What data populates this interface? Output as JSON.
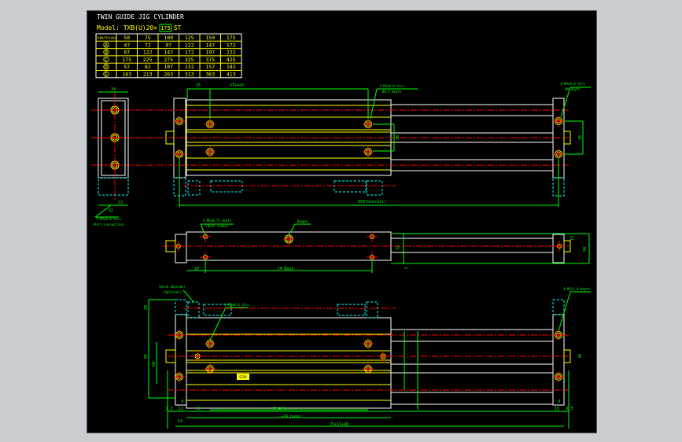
{
  "title": "TWIN GUIDE JIG CYLINDER",
  "model": {
    "prefix": "Model:  TXB(U)20×",
    "stroke": "175",
    "suffix": "ST"
  },
  "table": {
    "corner": "Code/Stroke",
    "strokes": [
      "50",
      "75",
      "100",
      "125",
      "150",
      "175"
    ],
    "rows": [
      {
        "code": "A",
        "values": [
          "47",
          "72",
          "97",
          "122",
          "147",
          "172"
        ]
      },
      {
        "code": "B",
        "values": [
          "87",
          "122",
          "147",
          "172",
          "197",
          "222"
        ]
      },
      {
        "code": "C",
        "values": [
          "175",
          "225",
          "275",
          "325",
          "375",
          "425"
        ]
      },
      {
        "code": "D",
        "values": [
          "57",
          "82",
          "107",
          "132",
          "157",
          "182"
        ]
      },
      {
        "code": "E",
        "values": [
          "163",
          "213",
          "263",
          "313",
          "363",
          "413"
        ]
      }
    ]
  },
  "dims": {
    "top_left": "25",
    "top_stroke": "ST+4+5",
    "top_overall": "654(Overall)",
    "top_right_h": "30",
    "top_center": "30",
    "end_w": "34",
    "side_13": "13",
    "side_51": "51",
    "mid_20": "20",
    "mid_len": "74 Base",
    "mid_15": "15",
    "mid_32": "32",
    "mid_50": "50",
    "mid_2": "2",
    "bot_20": "20",
    "bot_85": "85",
    "bot_50": "50",
    "bot_30": "30",
    "bot_95": "9.5",
    "bot_12": "12",
    "bot_14": "14",
    "bot_55": "55",
    "bot_st": "ST+4+5",
    "bot_body": "+74 base",
    "bot_overall": "75+ST+48",
    "bot_15": "15",
    "bot_95r": "9.5",
    "bot_6": "6"
  },
  "notes": {
    "n1a": "4-M5x0.8 thru",
    "n1b": "Ø6.5 depth",
    "n2a": "4-M5x0.8 thru",
    "n2b": "Ø9 depth",
    "n3a": "2-M5x0.8 thru",
    "n3b": "(Port connection)",
    "n4a": "4-M6x0.75 depth",
    "n4b": "(Both sides)",
    "n5": "Bumper",
    "n6a": "Shock absorber",
    "n6b": "(Optional)",
    "n7": "4-M5x0.8 thru",
    "n8": "4-M5x1.0 depth",
    "n9": "STOP"
  },
  "colors": {
    "bg": "#000000",
    "outline": "#ffffff",
    "part": "#ffff00",
    "dim": "#00ff00",
    "center": "#ff0000",
    "hidden": "#00ffff"
  }
}
